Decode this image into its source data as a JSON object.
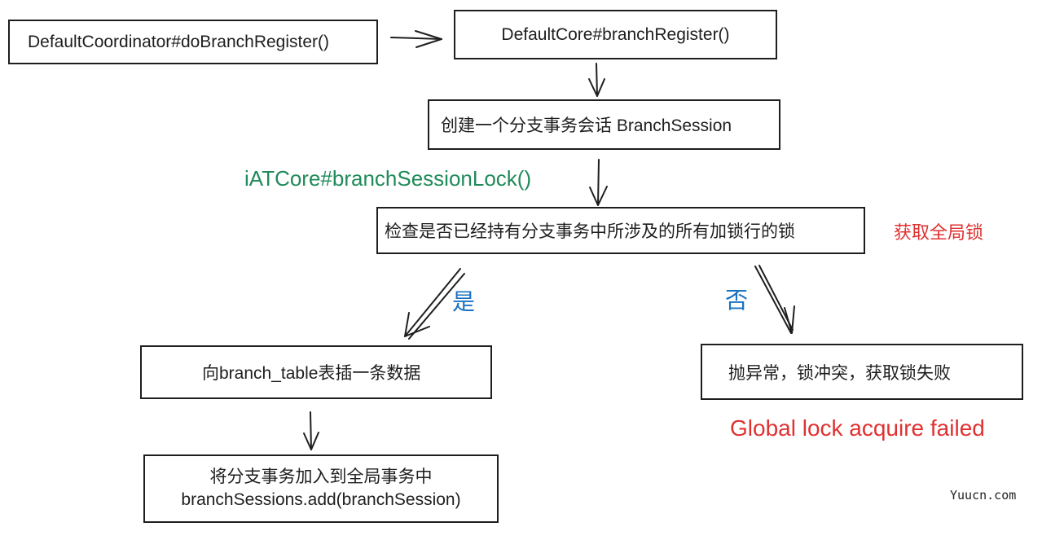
{
  "nodes": {
    "coordinator": "DefaultCoordinator#doBranchRegister()",
    "core": "DefaultCore#branchRegister()",
    "create_session": "创建一个分支事务会话 BranchSession",
    "check_locks": "检查是否已经持有分支事务中所涉及的所有加锁行的锁",
    "insert_table": "向branch_table表插一条数据",
    "add_line1": "将分支事务加入到全局事务中",
    "add_line2": "branchSessions.add(branchSession)",
    "throw_exception": "抛异常，锁冲突，获取锁失败"
  },
  "labels": {
    "iat_core": "iATCore#branchSessionLock()",
    "acquire_global_lock": "获取全局锁",
    "yes": "是",
    "no": "否",
    "failed": "Global lock acquire failed"
  },
  "watermark": "Yuucn.com",
  "colors": {
    "stroke": "#1e1e1e",
    "green": "#1f8a5a",
    "red": "#e03131",
    "blue": "#1971c2"
  }
}
